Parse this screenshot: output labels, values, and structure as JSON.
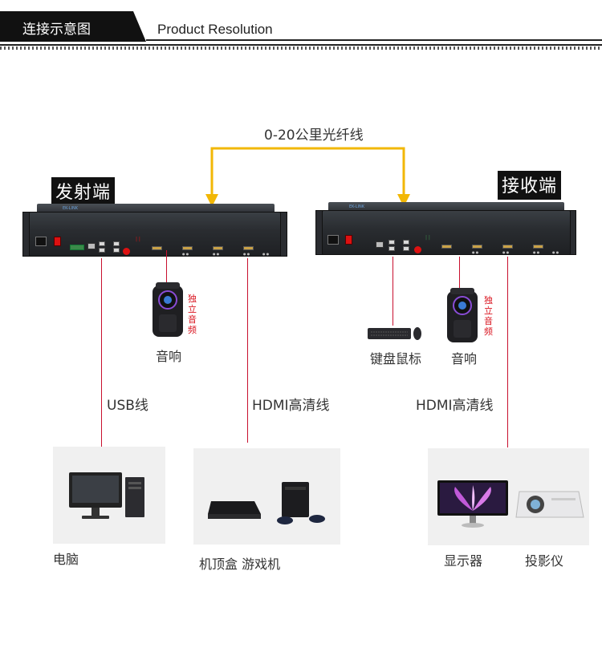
{
  "header": {
    "title_cn": "连接示意图",
    "title_en": "Product Resolution"
  },
  "fiber_label": "0-20公里光纤线",
  "transmitter": {
    "tag": "发射端",
    "speaker_label": "音响",
    "audio_note": [
      "独",
      "立",
      "音",
      "频"
    ],
    "usb_cable_label": "USB线",
    "hdmi_cable_label": "HDMI高清线",
    "computer_label": "电脑",
    "sources_label": "机顶盒 游戏机"
  },
  "receiver": {
    "tag": "接收端",
    "keyboard_label": "键盘鼠标",
    "speaker_label": "音响",
    "audio_note": [
      "独",
      "立",
      "音",
      "频"
    ],
    "hdmi_cable_label": "HDMI高清线",
    "monitor_label": "显示器",
    "projector_label": "投影仪"
  },
  "colors": {
    "fiber": "#f2b705",
    "cable": "#c8102e",
    "audio_note": "#d9141f",
    "tag_bg": "#111111"
  }
}
